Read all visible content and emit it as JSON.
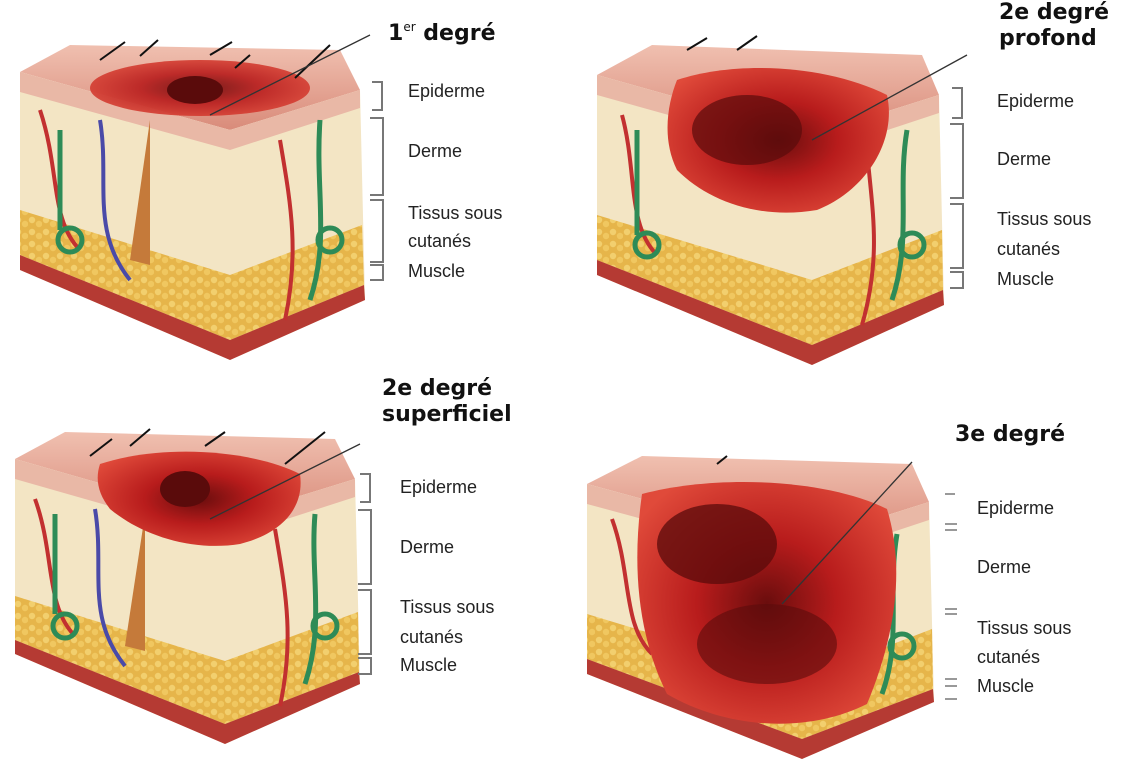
{
  "panels": [
    {
      "title_main": "1",
      "title_sup": "er",
      "title_rest": " degré",
      "labels": [
        "Epiderme",
        "Derme",
        "Tissus sous",
        "cutanés",
        "Muscle"
      ]
    },
    {
      "title_line1": "2e degré",
      "title_line2": "profond",
      "labels": [
        "Epiderme",
        "Derme",
        "Tissus sous",
        "cutanés",
        "Muscle"
      ]
    },
    {
      "title_line1": "2e degré",
      "title_line2": "superficiel",
      "labels": [
        "Epiderme",
        "Derme",
        "Tissus sous",
        "cutanés",
        "Muscle"
      ]
    },
    {
      "title_line1": "3e degré",
      "labels": [
        "Epiderme",
        "Derme",
        "Tissus sous",
        "cutanés",
        "Muscle"
      ]
    }
  ],
  "colors": {
    "epidermis": "#e9b8a6",
    "dermis": "#f3e5c4",
    "fat": "#e8b84a",
    "muscle": "#b53a33",
    "burn": "#c81e1e",
    "burn_dark": "#5a0b0b",
    "gland": "#2e8b57",
    "vein": "#4a4aa8",
    "artery": "#c23030"
  }
}
